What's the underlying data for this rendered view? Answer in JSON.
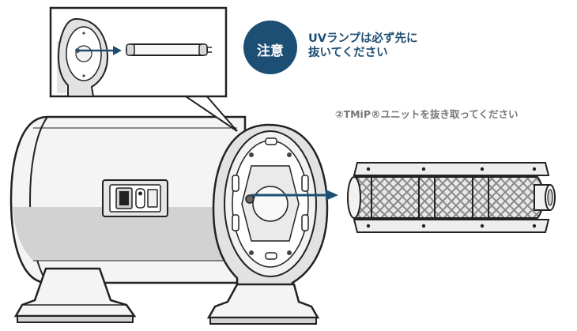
{
  "caution": {
    "badge": "注意",
    "line1": "UVランプは必ず先に",
    "line2": "抜いてください"
  },
  "step": {
    "label": "②TMiP®ユニットを抜き取ってください"
  },
  "colors": {
    "accent": "#1d4f74",
    "outline": "#222222",
    "shade": "#d2d2d2",
    "mesh": "#b8b8b8",
    "step_text": "#777777"
  }
}
